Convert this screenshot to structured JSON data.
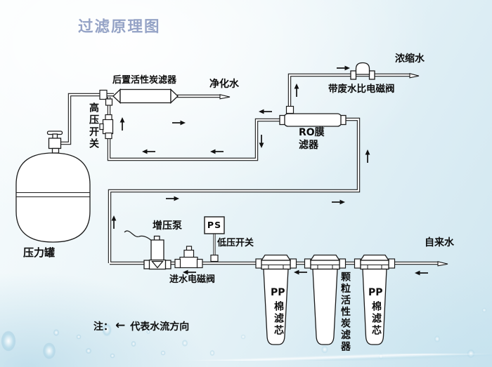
{
  "title": "过滤原理图",
  "colors": {
    "title_text": "#95a3c6",
    "diagram_line": "#1b1b1b",
    "background_tint": "#d9ecf4"
  },
  "labels": {
    "concentrated_water": "浓缩水",
    "waste_ratio_valve": "带废水比电磁阀",
    "post_carbon_filter": "后置活性炭滤器",
    "purified_water": "净化水",
    "high_pressure_switch": "高压开关",
    "ro_membrane_line1": "RO膜",
    "ro_membrane_line2": "滤器",
    "pressure_tank": "压力罐",
    "booster_pump": "增压泵",
    "pressure_sensor": "PS",
    "low_pressure_switch": "低压开关",
    "inlet_solenoid_valve": "进水电磁阀",
    "tap_water": "自来水",
    "filter_left_top": "PP",
    "filter_left_rest": "棉滤芯",
    "filter_middle": "颗粒活性炭滤器",
    "filter_right_top": "PP",
    "filter_right_rest": "棉滤芯",
    "note_prefix": "注：",
    "note_arrow": "←",
    "note_text": "代表水流方向"
  }
}
